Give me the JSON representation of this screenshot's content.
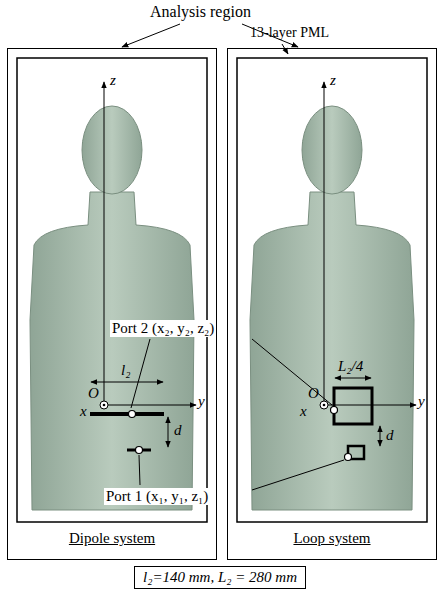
{
  "diagram": {
    "nodes": [
      {
        "text": [
          "Dipole system"
        ]
      },
      {
        "text": [
          "Loop system"
        ]
      },
      {
        "text": [
          "l₂=140 mm, L₂ = 280 mm"
        ]
      }
    ],
    "labels": [
      "Analysis region",
      "13-layer PML",
      "z",
      "z",
      "Port 2 (x₂, y₂, z₂)",
      "O",
      "x",
      "y",
      "l₂",
      "d",
      "O",
      "x",
      "y",
      "L₂/4",
      "d",
      "Port 1 (x₁, y₁, z₁)"
    ]
  }
}
